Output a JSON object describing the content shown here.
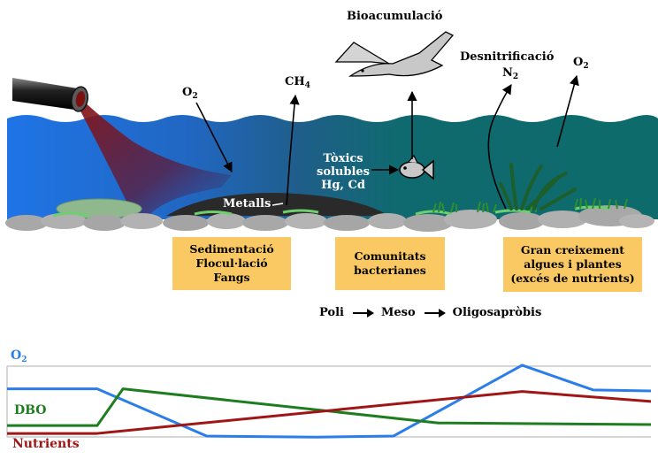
{
  "labels": {
    "o2_left": "O",
    "o2_left_sub": "2",
    "ch4": "CH",
    "ch4_sub": "4",
    "bioaccumulation": "Bioacumulació",
    "denitrification": "Desnitrificació",
    "n2": "N",
    "n2_sub": "2",
    "o2_right": "O",
    "o2_right_sub": "2",
    "toxics_line1": "Tòxics",
    "toxics_line2": "solubles",
    "toxics_line3": "Hg, Cd",
    "metals": "Metalls"
  },
  "boxes": [
    {
      "lines": [
        "Sedimentació",
        "Flocul·lació",
        "Fangs"
      ]
    },
    {
      "lines": [
        "Comunitats",
        "bacterianes"
      ]
    },
    {
      "lines": [
        "Gran creixement",
        "algues i plantes",
        "(excés de nutrients)"
      ]
    }
  ],
  "flow": {
    "stage1": "Poli",
    "stage2": "Meso",
    "stage3": "Oligosapròbis"
  },
  "chart_data": {
    "type": "line",
    "series": [
      {
        "name": "O2",
        "color": "#2b7de9",
        "values": [
          [
            0,
            0.9
          ],
          [
            0.14,
            0.9
          ],
          [
            0.31,
            0.0
          ],
          [
            0.48,
            -0.02
          ],
          [
            0.6,
            0.0
          ],
          [
            0.8,
            1.35
          ],
          [
            0.91,
            0.88
          ],
          [
            1.0,
            0.86
          ]
        ]
      },
      {
        "name": "DBO",
        "color": "#1e7d1e",
        "values": [
          [
            0,
            0.2
          ],
          [
            0.14,
            0.2
          ],
          [
            0.18,
            0.9
          ],
          [
            0.67,
            0.25
          ],
          [
            1.0,
            0.22
          ]
        ]
      },
      {
        "name": "Nutrients",
        "color": "#a01616",
        "values": [
          [
            0,
            0.05
          ],
          [
            0.14,
            0.05
          ],
          [
            0.8,
            0.85
          ],
          [
            1.0,
            0.66
          ]
        ]
      }
    ],
    "series_labels": {
      "o2": "O",
      "o2_sub": "2",
      "dbo": "DBO",
      "nutrients": "Nutrients"
    }
  }
}
